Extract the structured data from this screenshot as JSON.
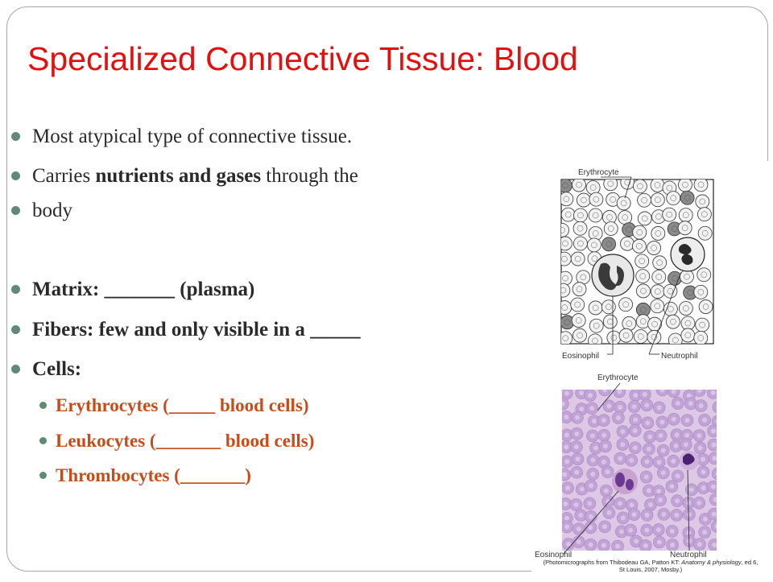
{
  "slide": {
    "title": "Specialized Connective Tissue: Blood",
    "bullets": [
      {
        "plain": "Most atypical type of connective tissue."
      },
      {
        "pre": "Carries ",
        "bold": "nutrients and gases",
        "post": " through the",
        "cont": "body"
      },
      {
        "bold": "Matrix: _______ (plasma)"
      },
      {
        "bold": "Fibers: few and only visible in a _____"
      },
      {
        "bold": "Cells:"
      }
    ],
    "sub_bullets": [
      "Erythrocytes (_____ blood cells)",
      "Leukocytes (_______ blood cells)",
      "Thrombocytes (_______)"
    ]
  },
  "figure": {
    "top_labels": {
      "erythrocyte": "Erythrocyte",
      "eosinophil": "Eosinophil",
      "neutrophil": "Neutrophil"
    },
    "bottom_labels": {
      "erythrocyte": "Erythrocyte",
      "eosinophil": "Eosinophil",
      "neutrophil": "Neutrophil"
    },
    "credit": {
      "line1_pre": "(Photomicrographs from Thibodeau GA, Patton KT: ",
      "line1_italic": "Anatomy & physiology",
      "line1_post": ", ed 6,",
      "line2": "St Louis, 2007, Mosby.)"
    },
    "colors": {
      "title": "#e3100f",
      "bullet": "#5f8a76",
      "sub_text": "#c84c1a",
      "micro_bg": "#ddc8e6",
      "micro_cell": "#c2a3d6",
      "nucleus": "#5a2a85"
    }
  }
}
